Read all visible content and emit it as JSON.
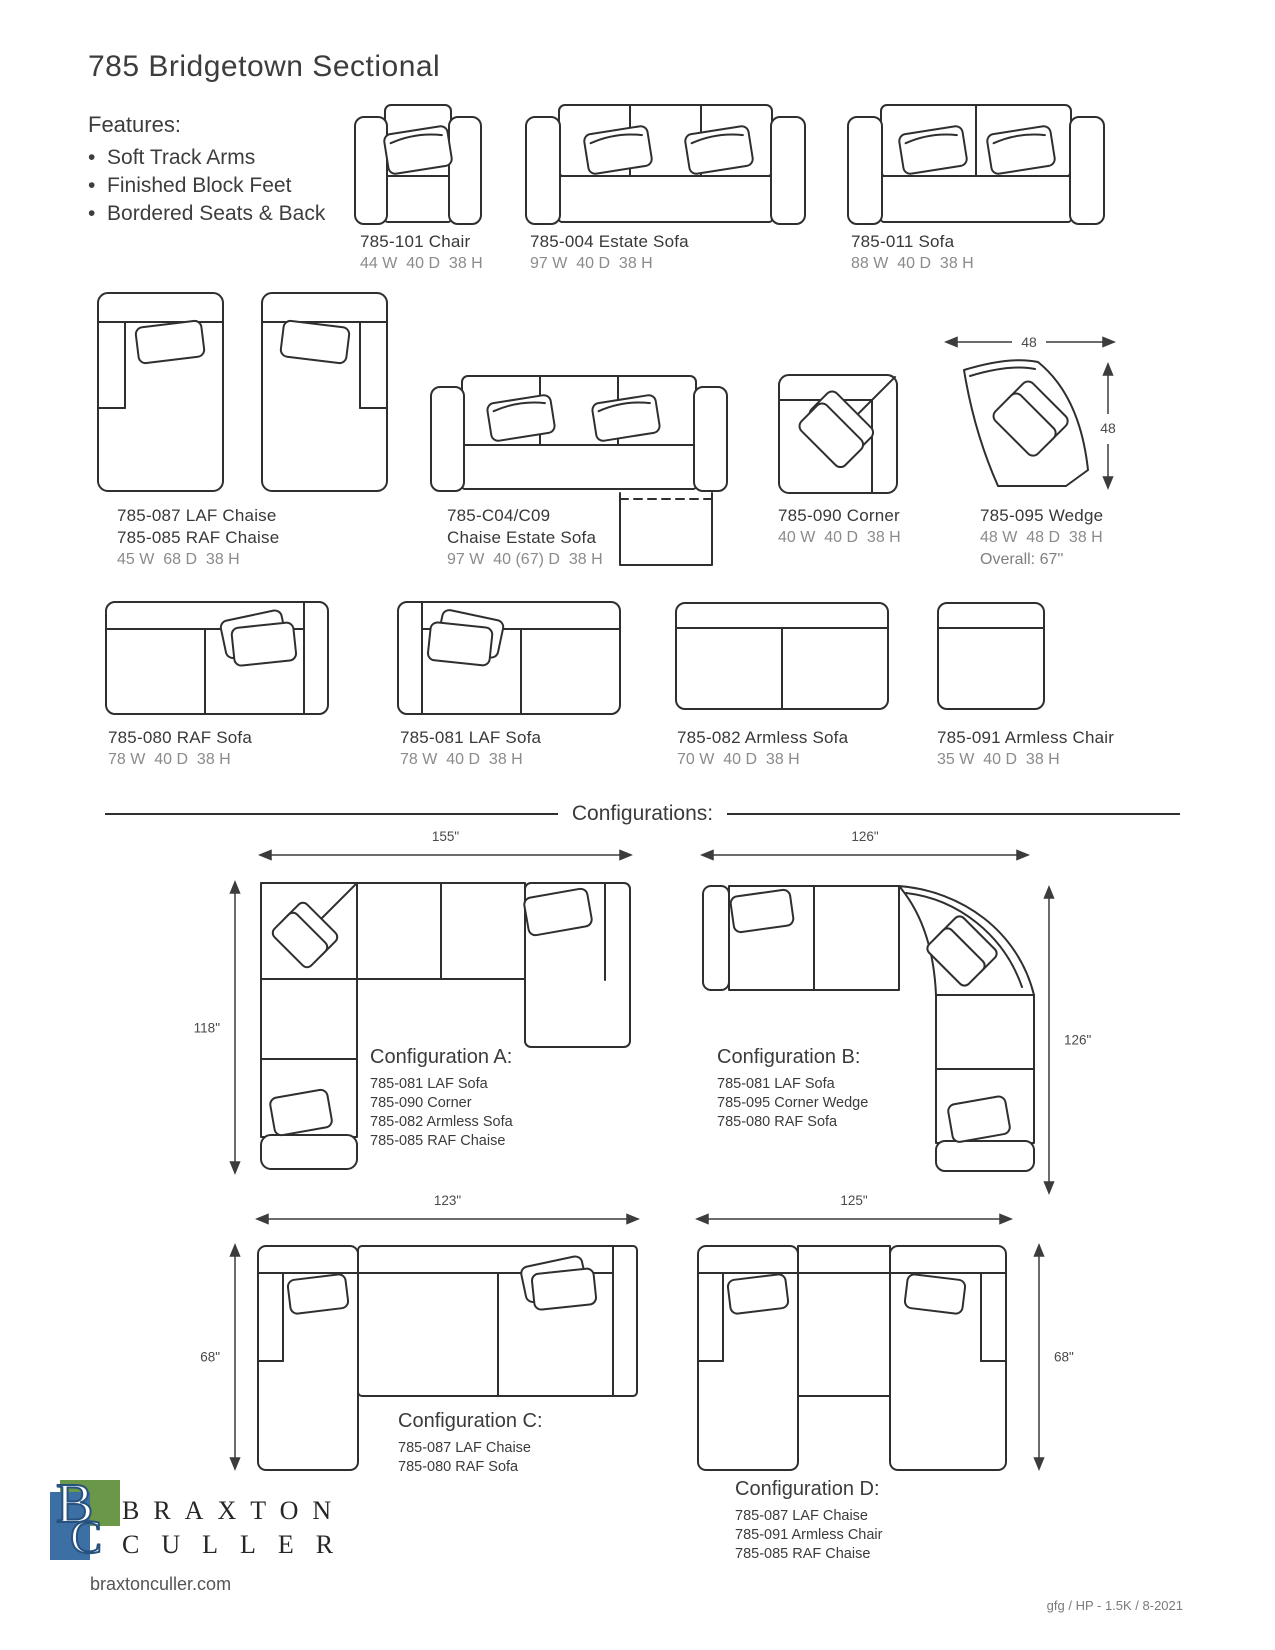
{
  "page_title": "785 Bridgetown Sectional",
  "features": {
    "heading": "Features:",
    "items": [
      "Soft Track Arms",
      "Finished Block Feet",
      "Bordered Seats & Back"
    ]
  },
  "section_divider": "Configurations:",
  "products": {
    "chair": {
      "label": "785-101 Chair",
      "dims": "44 W  40 D  38 H"
    },
    "estate_sofa": {
      "label": "785-004 Estate Sofa",
      "dims": "97 W  40 D  38 H"
    },
    "sofa": {
      "label": "785-011 Sofa",
      "dims": "88 W  40 D  38 H"
    },
    "chaise": {
      "label1": "785-087 LAF Chaise",
      "label2": "785-085 RAF Chaise",
      "dims": "45 W  68 D  38 H"
    },
    "chaise_estate_sofa": {
      "label1": "785-C04/C09",
      "label2": "Chaise Estate Sofa",
      "dims": "97 W  40 (67) D  38 H"
    },
    "corner": {
      "label": "785-090 Corner",
      "dims": "40 W  40 D  38 H"
    },
    "wedge": {
      "label": "785-095 Wedge",
      "dims": "48 W  48 D  38 H",
      "overall": "Overall: 67''",
      "dim_w": "48",
      "dim_d": "48"
    },
    "raf_sofa": {
      "label": "785-080 RAF Sofa",
      "dims": "78 W  40 D  38 H"
    },
    "laf_sofa": {
      "label": "785-081 LAF Sofa",
      "dims": "78 W  40 D  38 H"
    },
    "armless_sofa": {
      "label": "785-082 Armless Sofa",
      "dims": "70 W  40 D  38 H"
    },
    "armless_chair": {
      "label": "785-091 Armless Chair",
      "dims": "35 W  40 D  38 H"
    }
  },
  "configurations": [
    {
      "heading": "Configuration A:",
      "items": [
        "785-081 LAF Sofa",
        "785-090 Corner",
        "785-082 Armless Sofa",
        "785-085 RAF Chaise"
      ],
      "width_dim": "155\"",
      "depth_dim": "118\""
    },
    {
      "heading": "Configuration B:",
      "items": [
        "785-081 LAF Sofa",
        "785-095 Corner Wedge",
        "785-080 RAF Sofa"
      ],
      "width_dim": "126\"",
      "depth_dim": "126\""
    },
    {
      "heading": "Configuration C:",
      "items": [
        "785-087 LAF Chaise",
        "785-080 RAF Sofa"
      ],
      "width_dim": "123\"",
      "depth_dim": "68\""
    },
    {
      "heading": "Configuration D:",
      "items": [
        "785-087 LAF Chaise",
        "785-091 Armless Chair",
        "785-085 RAF Chaise"
      ],
      "width_dim": "125\"",
      "depth_dim": "68\""
    }
  ],
  "footer": {
    "logo_letter_b": "B",
    "logo_letter_c": "C",
    "brand_line1": "BRAXTON",
    "brand_line2": "CULLER",
    "website": "braxtonculler.com",
    "print_code": "gfg / HP - 1.5K / 8-2021"
  }
}
